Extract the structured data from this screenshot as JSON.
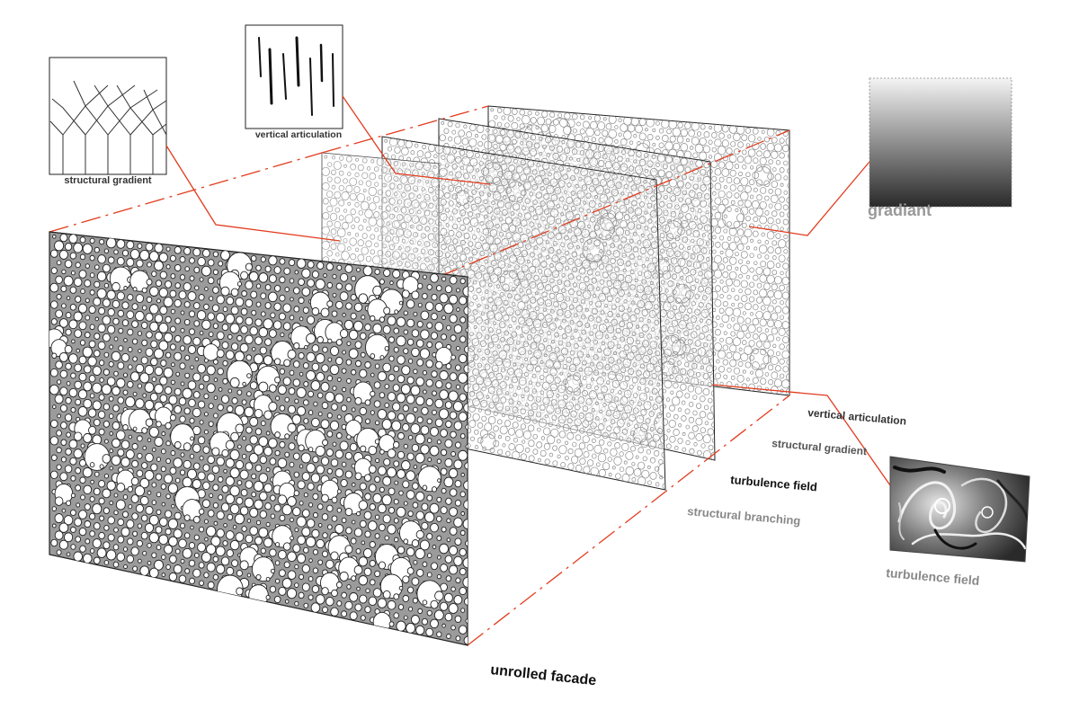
{
  "labels": {
    "structural_gradient_inset": "structural gradient",
    "vertical_articulation_inset": "vertical articulation",
    "gradiant_inset": "gradiant",
    "turbulence_field_inset": "turbulence field",
    "layer_vertical_articulation": "vertical articulation",
    "layer_structural_gradient": "structural gradient",
    "layer_turbulence_field": "turbulence field",
    "layer_structural_branching": "structural branching",
    "unrolled_facade": "unrolled facade"
  },
  "colors": {
    "leader": "#e23c1e",
    "panel_fill": "#9b9b9b",
    "panel_stroke": "#222222",
    "hole_fill": "#ffffff",
    "label_dark": "#111111",
    "label_grey": "#777777",
    "gradient_top": "#f2f2f2",
    "gradient_bottom": "#2a2a2a"
  }
}
